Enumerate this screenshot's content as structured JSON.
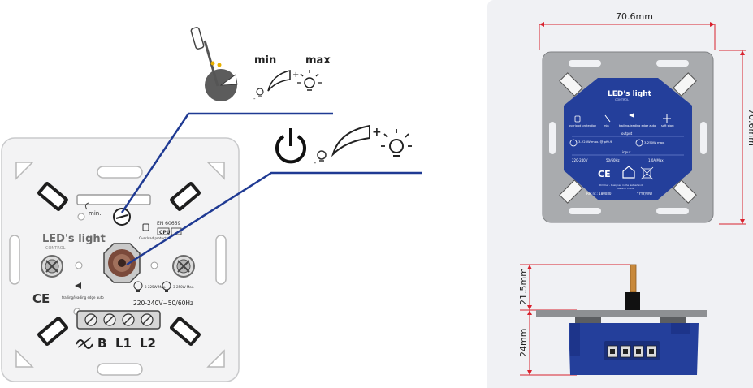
{
  "front": {
    "brand": "LED's light",
    "brand_sub": "CONTROL",
    "min_label": "min.",
    "standard": "EN 60669",
    "overload_text": "Overload protection",
    "cpu_badge": "CPU",
    "trailing_text": "trailing/leading edge auto",
    "spec_left": "3-225W Max.",
    "spec_right": "3-250W Max.",
    "voltage": "220-240V~50/60Hz",
    "terminals": [
      "B",
      "L1",
      "L2"
    ]
  },
  "callout_top": {
    "min_label": "min",
    "max_label": "max"
  },
  "plan": {
    "width_label": "70.6mm",
    "height_label": "70.6mm",
    "label": {
      "brand": "LED's light",
      "brand_sub": "CONTROL",
      "overload": "overload protection",
      "min": "min",
      "trailing": "trailing/leading edge auto",
      "soft_start": "soft start",
      "output": "output",
      "led_spec": "3-225W max. @ pf0.9",
      "bulb_spec": "3-250W max.",
      "input": "input",
      "voltage": "220-240V",
      "freq": "50/60Hz",
      "current": "1.0A Max.",
      "ref": "Ref.nr.: 180080",
      "date": "YYYY/WW",
      "caption1": "Dimmer - Designed in the Netherlands",
      "caption2": "Made in China"
    }
  },
  "side": {
    "top_label": "21.5mm",
    "bottom_label": "24mm"
  },
  "colors": {
    "accent_line": "#1f3a93",
    "module_blue": "#243f9b",
    "dimension_red": "#d9222e",
    "plate_gray": "#a9abae",
    "panel_bg": "#f0f1f4"
  }
}
